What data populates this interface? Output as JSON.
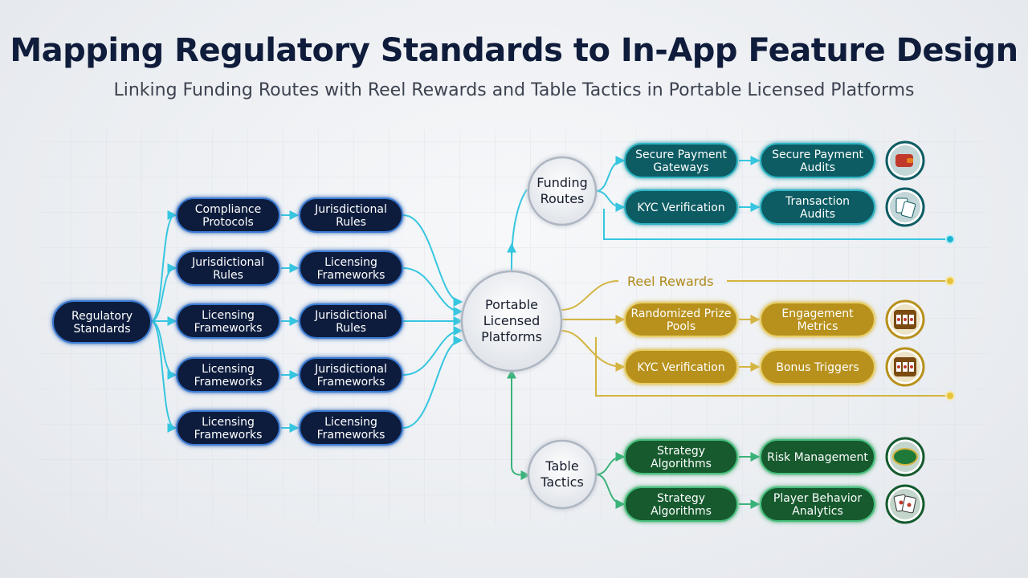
{
  "title": "Mapping Regulatory Standards to In-App Feature Design",
  "subtitle": "Linking Funding Routes with Reel Rewards and Table Tactics in Portable Licensed Platforms",
  "colors": {
    "navy": "#0f1f3d",
    "teal": "#0e5c63",
    "gold": "#b8911c",
    "green": "#145a2e",
    "cyan_line": "#36c6e0",
    "gold_line": "#d4b440",
    "green_line": "#3ab37a"
  },
  "regulatory": {
    "root": "Regulatory Standards",
    "rows": [
      {
        "a": "Compliance Protocols",
        "b": "Jurisdictional Rules"
      },
      {
        "a": "Jurisdictional Rules",
        "b": "Licensing Frameworks"
      },
      {
        "a": "Licensing Frameworks",
        "b": "Jurisdictional Rules"
      },
      {
        "a": "Licensing Frameworks",
        "b": "Jurisdictional Frameworks"
      },
      {
        "a": "Licensing Frameworks",
        "b": "Licensing Frameworks"
      }
    ]
  },
  "hub": "Portable Licensed Platforms",
  "funding": {
    "label": "Funding Routes",
    "rows": [
      {
        "a": "Secure Payment Gateways",
        "b": "Secure Payment Audits",
        "icon": "wallet-icon"
      },
      {
        "a": "KYC Verification",
        "b": "Transaction Audits",
        "icon": "cards-icon"
      }
    ]
  },
  "reel": {
    "label": "Reel Rewards",
    "rows": [
      {
        "a": "Randomized Prize Pools",
        "b": "Engagement Metrics",
        "icon": "slot-machine-icon"
      },
      {
        "a": "KYC Verification",
        "b": "Bonus Triggers",
        "icon": "slot-machine-icon"
      }
    ]
  },
  "table": {
    "label": "Table Tactics",
    "rows": [
      {
        "a": "Strategy Algorithms",
        "b": "Risk Management",
        "icon": "poker-table-icon"
      },
      {
        "a": "Strategy Algorithms",
        "b": "Player Behavior Analytics",
        "icon": "playing-cards-icon"
      }
    ]
  }
}
